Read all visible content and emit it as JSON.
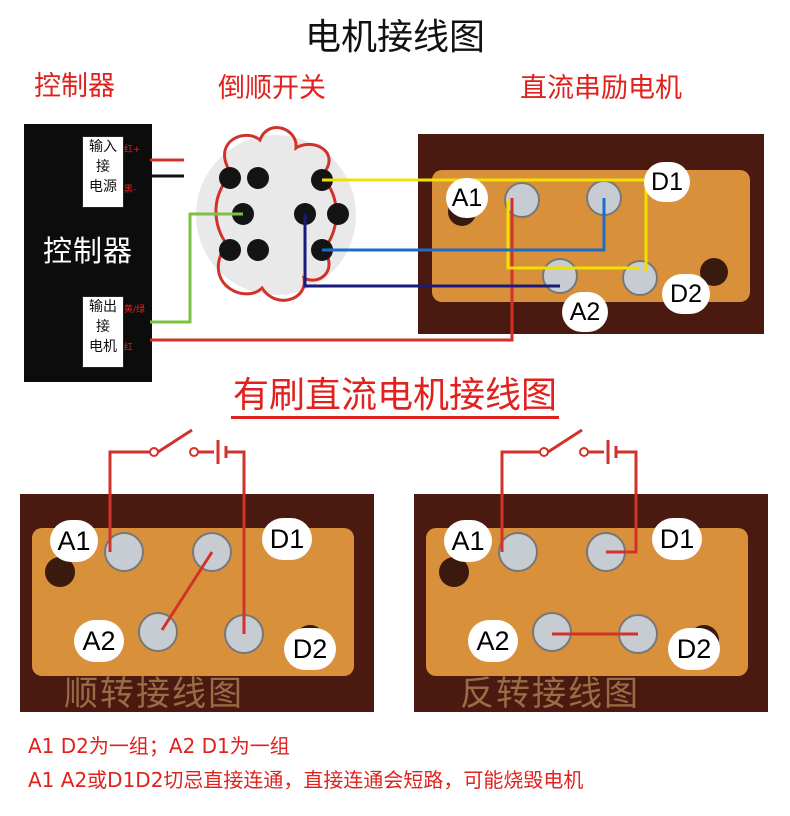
{
  "title": "电机接线图",
  "labels": {
    "controller": "控制器",
    "reversing_switch": "倒顺开关",
    "motor": "直流串励电机"
  },
  "controller_box": {
    "name": "控制器",
    "input_chars": [
      "输入",
      "接",
      "电源"
    ],
    "output_chars": [
      "输出",
      "接",
      "电机"
    ],
    "wire_tags": {
      "red_plus": "红+",
      "black_minus": "黑-",
      "yellow_green": "黄/绿",
      "red": "红"
    }
  },
  "subtitle": "有刷直流电机接线图",
  "terminals": {
    "a1": "A1",
    "a2": "A2",
    "d1": "D1",
    "d2": "D2"
  },
  "captions": {
    "forward": "顺转接线图",
    "reverse": "反转接线图"
  },
  "notes": [
    "A1 D2为一组；A2 D1为一组",
    "A1 A2或D1D2切忌直接连通，直接连通会短路，可能烧毁电机"
  ],
  "colors": {
    "accent_red": "#e0211d",
    "board": "#d9903b",
    "wood": "#4a1a10",
    "wire_yellow": "#f2e100",
    "wire_blue": "#1c6cc9",
    "wire_navy": "#1a1a7a",
    "wire_green": "#7bc142"
  }
}
